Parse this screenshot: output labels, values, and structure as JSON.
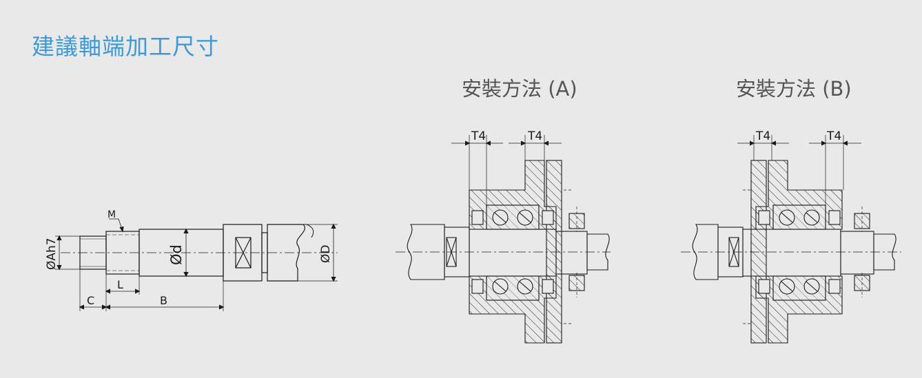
{
  "page_title": "建議軸端加工尺寸",
  "method_a_title": "安裝方法 (A)",
  "method_b_title": "安裝方法 (B)",
  "shaft": {
    "labels": {
      "m": "M",
      "phi_a": "ØAh7",
      "phi_d_small": "Ød",
      "phi_d_large": "ØD",
      "l": "L",
      "c": "C",
      "b": "B"
    }
  },
  "method_a": {
    "t4_left": "T4",
    "t4_right": "T4"
  },
  "method_b": {
    "t4_left": "T4",
    "t4_right": "T4"
  },
  "colors": {
    "title": "#3d9ad6",
    "line": "#1a1a1a",
    "background": "#e9e9ea"
  }
}
